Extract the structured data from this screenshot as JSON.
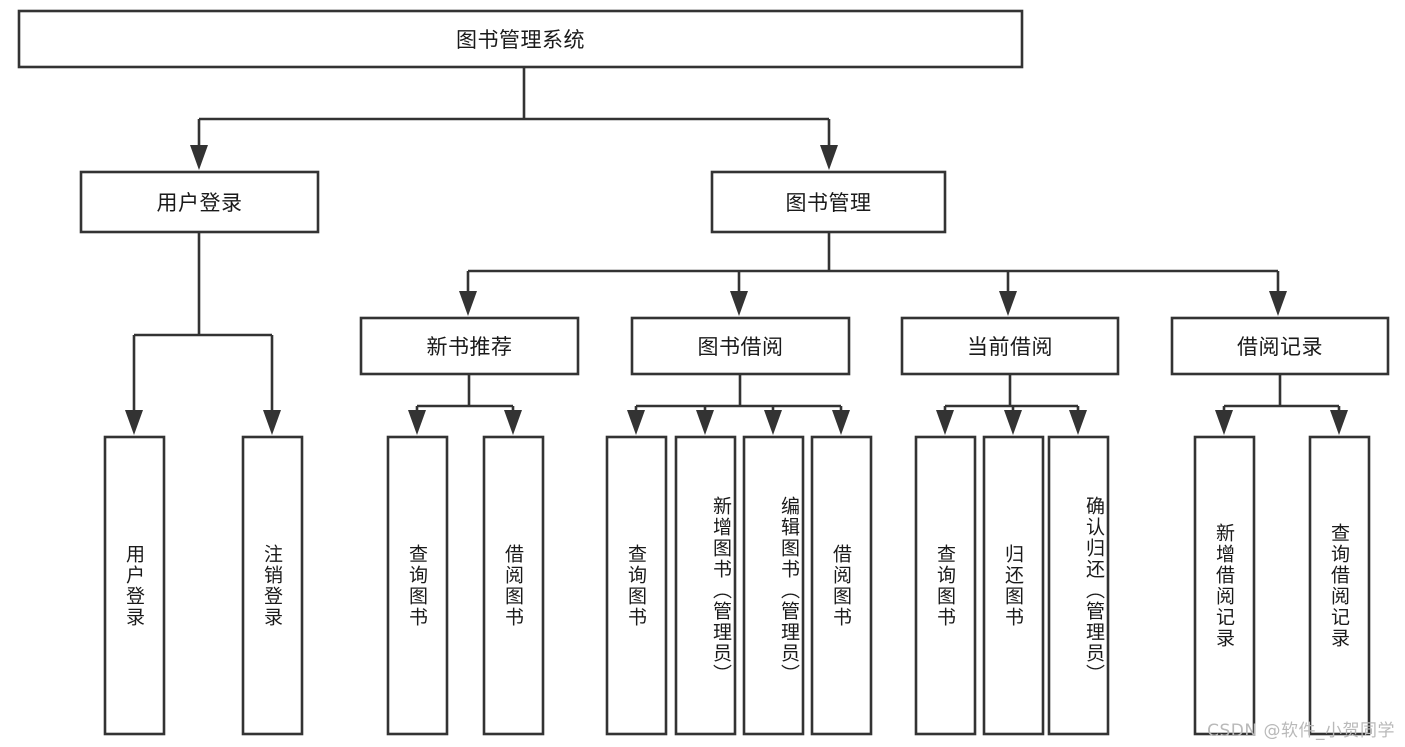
{
  "diagram": {
    "type": "tree-hierarchy-chart",
    "title": "图书管理系统",
    "watermark": "CSDN @软件_小贺同学",
    "colors": {
      "background": "#ffffff",
      "box_fill": "#ffffff",
      "line": "#333333",
      "text": "#1a1a1a",
      "watermark": "#b9b9b9"
    },
    "root": {
      "label": "图书管理系统"
    },
    "level2": [
      {
        "label": "用户登录"
      },
      {
        "label": "图书管理"
      }
    ],
    "level3": [
      {
        "label": "新书推荐"
      },
      {
        "label": "图书借阅"
      },
      {
        "label": "当前借阅"
      },
      {
        "label": "借阅记录"
      }
    ],
    "leaves": {
      "user_login": [
        {
          "label": "用户登录"
        },
        {
          "label": "注销登录"
        }
      ],
      "new_book_recommend": [
        {
          "label": "查询图书"
        },
        {
          "label": "借阅图书"
        }
      ],
      "book_borrow": [
        {
          "label": "查询图书"
        },
        {
          "label": "新增图书（管理员）"
        },
        {
          "label": "编辑图书（管理员）"
        },
        {
          "label": "借阅图书"
        }
      ],
      "current_borrow": [
        {
          "label": "查询图书"
        },
        {
          "label": "归还图书"
        },
        {
          "label": "确认归还（管理员）"
        }
      ],
      "borrow_record": [
        {
          "label": "新增借阅记录"
        },
        {
          "label": "查询借阅记录"
        }
      ]
    }
  }
}
